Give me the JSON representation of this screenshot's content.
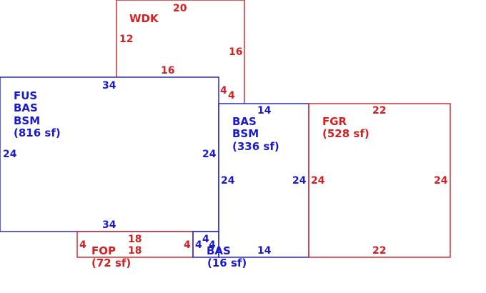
{
  "colors": {
    "blue": "#1a1acc",
    "red": "#d42020",
    "background": "#ffffff"
  },
  "areas": {
    "wdk": {
      "code": "WDK",
      "dims": {
        "top": "20",
        "left": "12",
        "right": "16",
        "bottom": "16",
        "step_a": "4",
        "step_b": "4"
      }
    },
    "fus": {
      "line1": "FUS",
      "line2": "BAS",
      "line3": "BSM",
      "area": "(816 sf)",
      "dims": {
        "top": "34",
        "bottom": "34",
        "left": "24",
        "right": "24"
      }
    },
    "bas_bsm": {
      "line1": "BAS",
      "line2": "BSM",
      "area": "(336 sf)",
      "dims": {
        "top": "14",
        "bottom": "14",
        "left": "24",
        "right": "24"
      }
    },
    "fgr": {
      "code": "FGR",
      "area": "(528 sf)",
      "dims": {
        "top": "22",
        "bottom": "22",
        "left": "24",
        "right": "24"
      }
    },
    "fop": {
      "code": "FOP",
      "area": "(72 sf)",
      "dims": {
        "top": "18",
        "bottom": "18",
        "left": "4",
        "right": "4"
      }
    },
    "bas_small": {
      "code": "BAS",
      "area": "(16 sf)",
      "dims": {
        "top": "4",
        "left": "4",
        "right": "4"
      }
    }
  }
}
